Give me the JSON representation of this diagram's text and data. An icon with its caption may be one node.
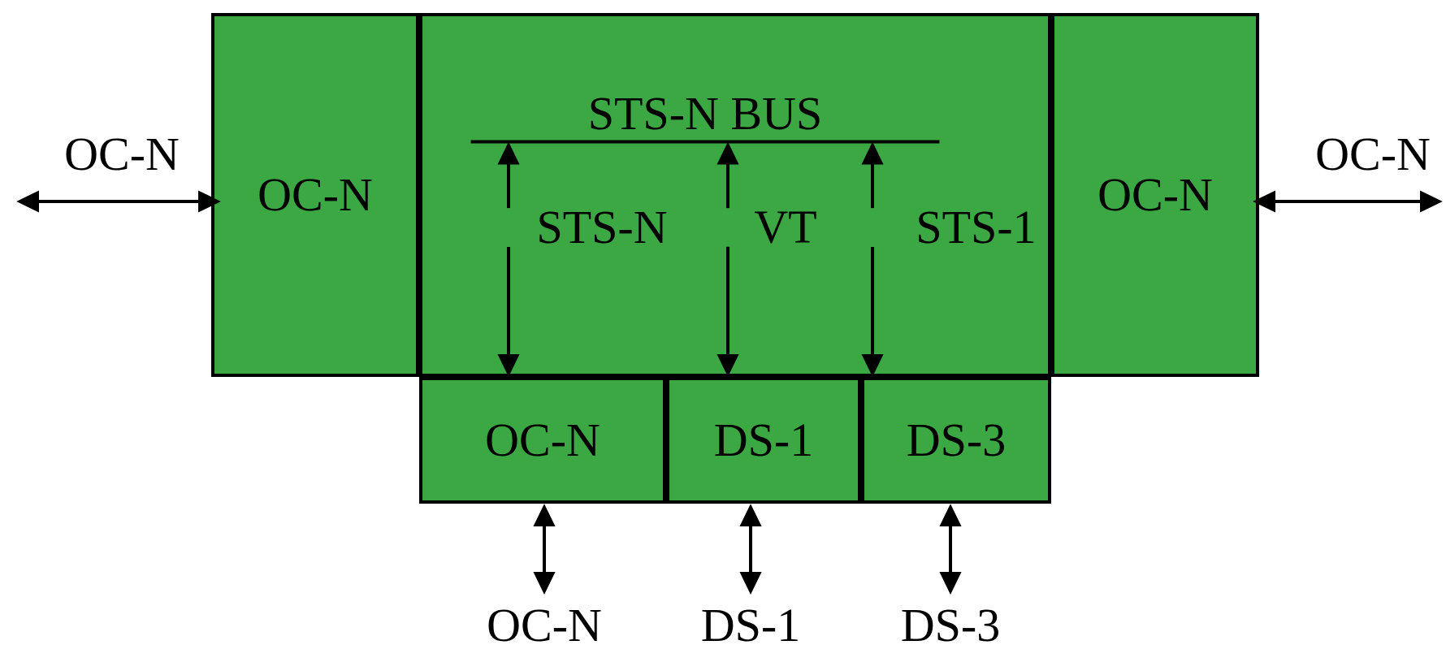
{
  "diagram": {
    "nodes": [
      {
        "text": [
          "OC-N"
        ]
      },
      {
        "text": [],
        "shape": "box"
      },
      {
        "text": [
          "STS-N BUS"
        ],
        "in": 1
      },
      {
        "text": [
          "STS-N"
        ],
        "in": 1
      },
      {
        "text": [
          "VT"
        ],
        "in": 1
      },
      {
        "text": [
          "STS-1"
        ],
        "in": 1
      },
      {
        "text": [
          "OC-N"
        ]
      },
      {
        "text": [
          "OC-N"
        ]
      },
      {
        "text": [
          "DS-1"
        ]
      },
      {
        "text": [
          "DS-3"
        ]
      },
      {
        "text": [
          "OC-N"
        ]
      },
      {
        "text": [
          "OC-N"
        ]
      },
      {
        "text": [
          "OC-N"
        ]
      },
      {
        "text": [
          "DS-1"
        ]
      },
      {
        "text": [
          "DS-3"
        ]
      }
    ],
    "edges": [
      {
        "from": 0,
        "to": 10,
        "arrow": "both"
      },
      {
        "from": 6,
        "to": 11,
        "arrow": "both"
      },
      {
        "from": 3,
        "to": 2,
        "arrow": "to"
      },
      {
        "from": 4,
        "to": 2,
        "arrow": "to"
      },
      {
        "from": 5,
        "to": 2,
        "arrow": "to"
      },
      {
        "from": 3,
        "to": 7,
        "arrow": "to"
      },
      {
        "from": 4,
        "to": 8,
        "arrow": "to"
      },
      {
        "from": 5,
        "to": 9,
        "arrow": "to"
      },
      {
        "from": 7,
        "to": 12,
        "arrow": "both"
      },
      {
        "from": 8,
        "to": 13,
        "arrow": "both"
      },
      {
        "from": 9,
        "to": 14,
        "arrow": "both"
      }
    ]
  }
}
